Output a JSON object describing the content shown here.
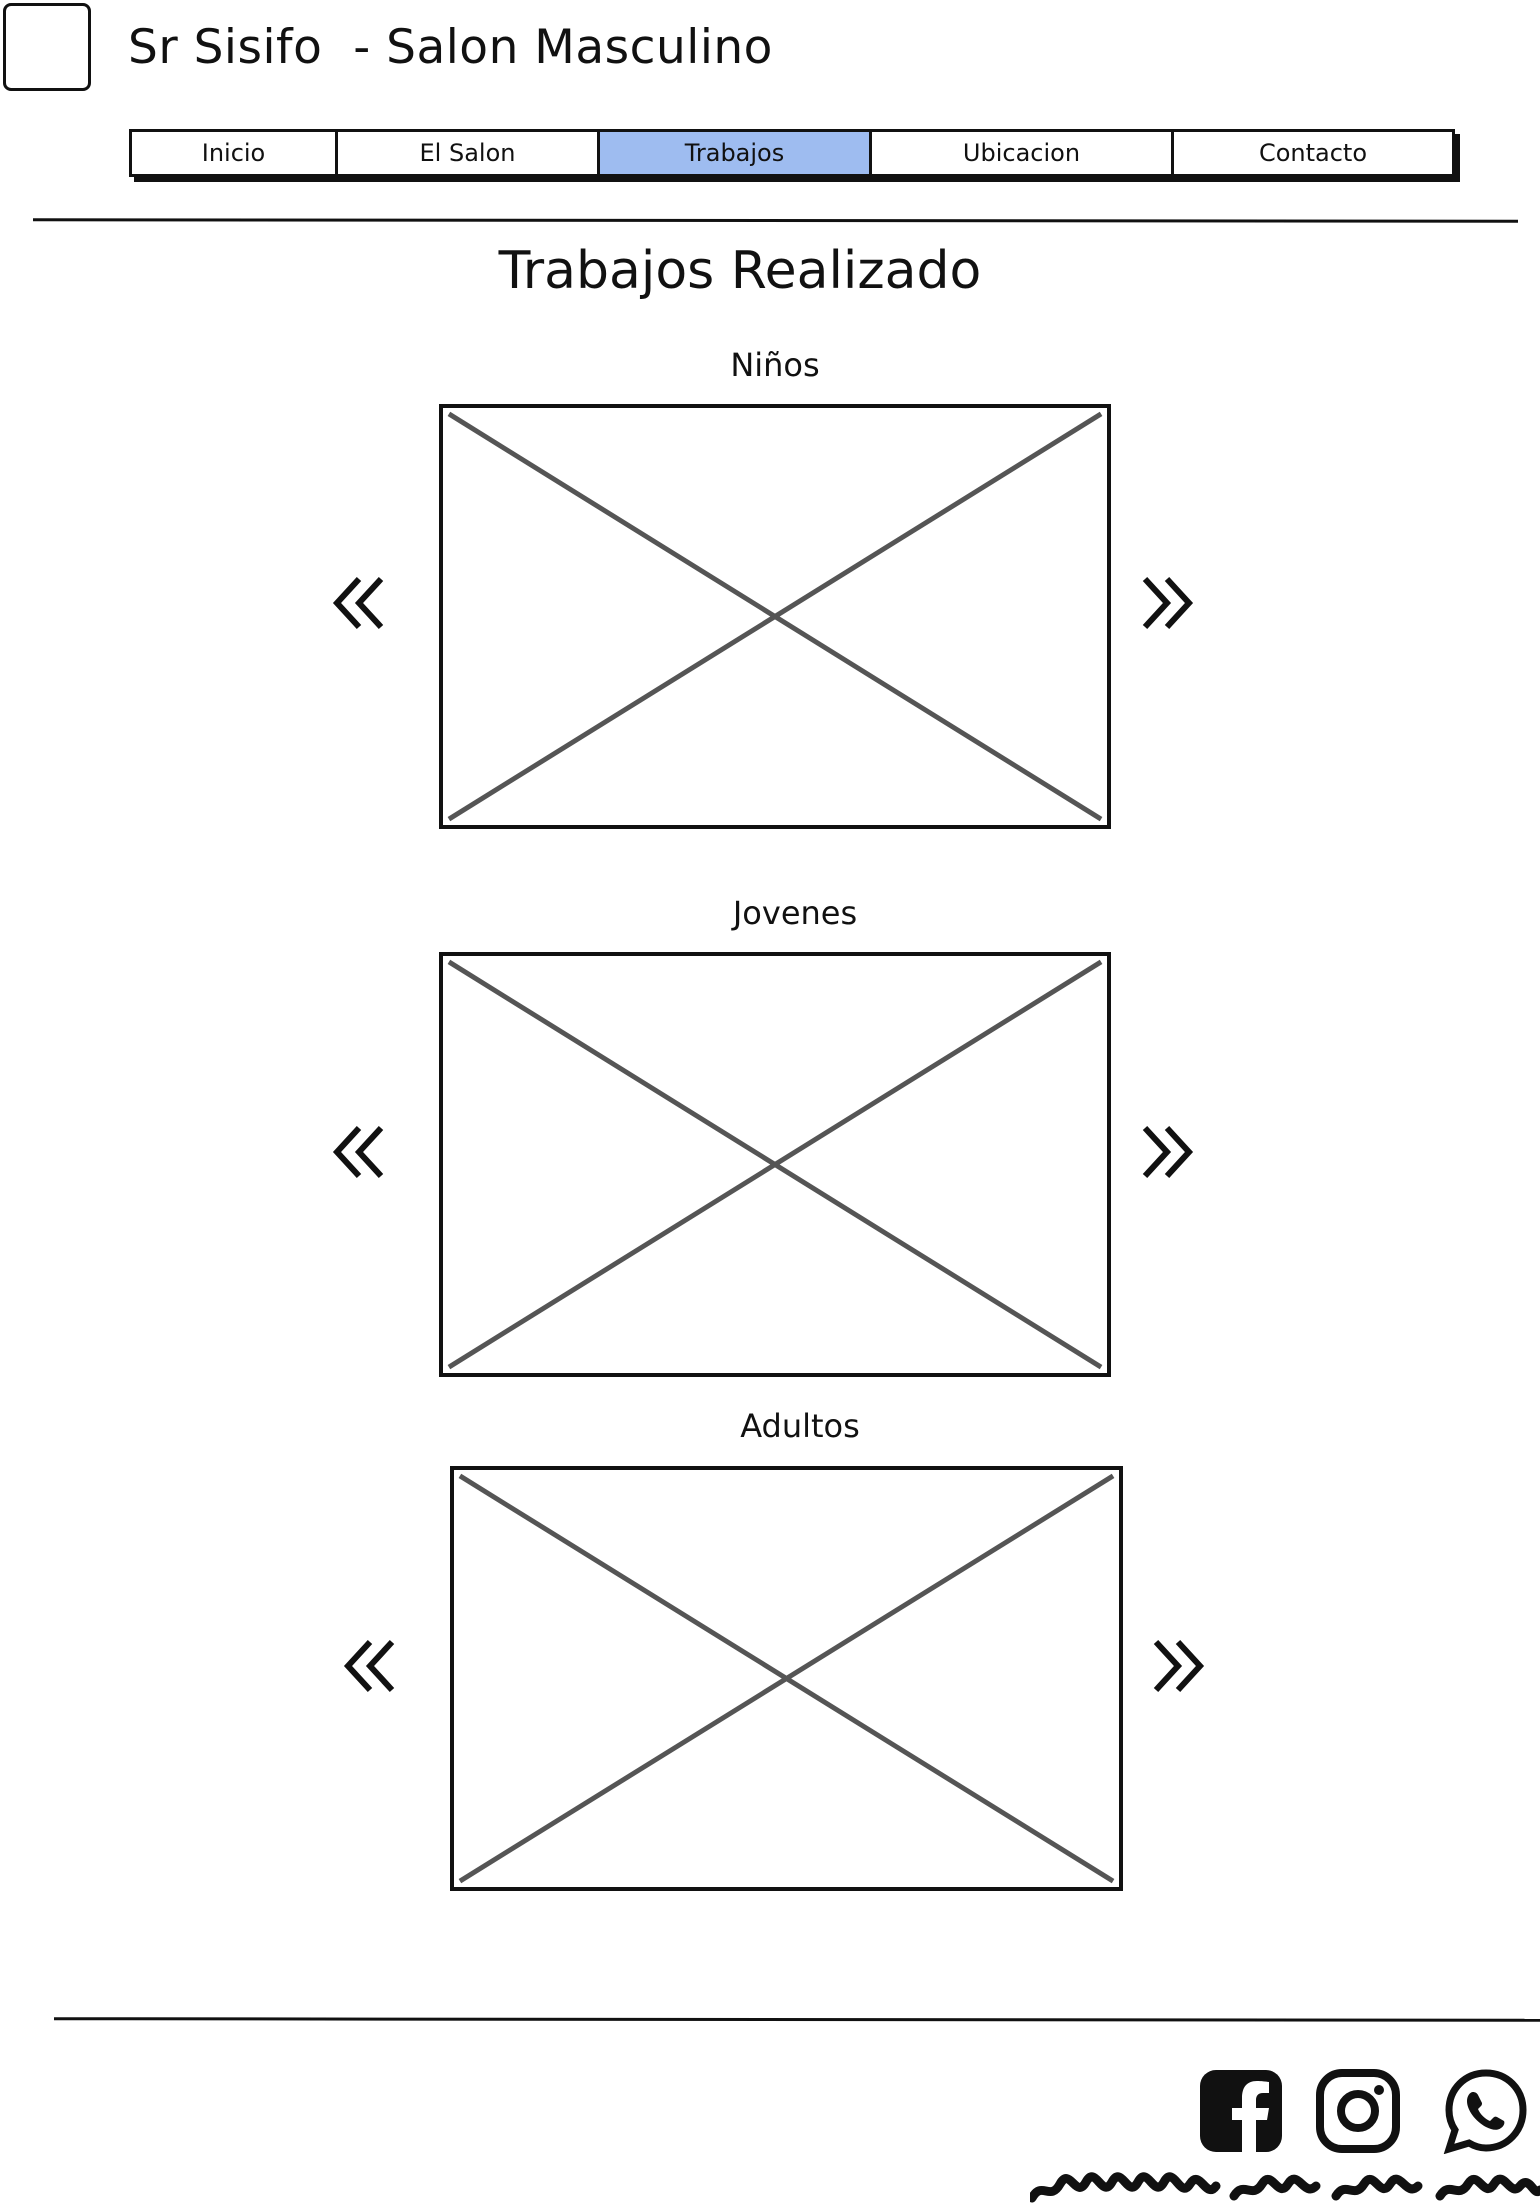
{
  "header": {
    "site_title": "Sr Sisifo  - Salon Masculino",
    "logo_icon": "logo-placeholder-icon"
  },
  "nav": {
    "items": [
      {
        "label": "Inicio",
        "active": false
      },
      {
        "label": "El Salon",
        "active": false
      },
      {
        "label": "Trabajos",
        "active": true
      },
      {
        "label": "Ubicacion",
        "active": false
      },
      {
        "label": "Contacto",
        "active": false
      }
    ],
    "active_color": "#9ebcf0"
  },
  "main": {
    "heading": "Trabajos Realizado",
    "sections": [
      {
        "label": "Niños",
        "prev_icon": "double-chevron-left-icon",
        "next_icon": "double-chevron-right-icon"
      },
      {
        "label": "Jovenes",
        "prev_icon": "double-chevron-left-icon",
        "next_icon": "double-chevron-right-icon"
      },
      {
        "label": "Adultos",
        "prev_icon": "double-chevron-left-icon",
        "next_icon": "double-chevron-right-icon"
      }
    ]
  },
  "footer": {
    "social_icons": [
      "facebook-icon",
      "instagram-icon",
      "whatsapp-icon"
    ]
  }
}
